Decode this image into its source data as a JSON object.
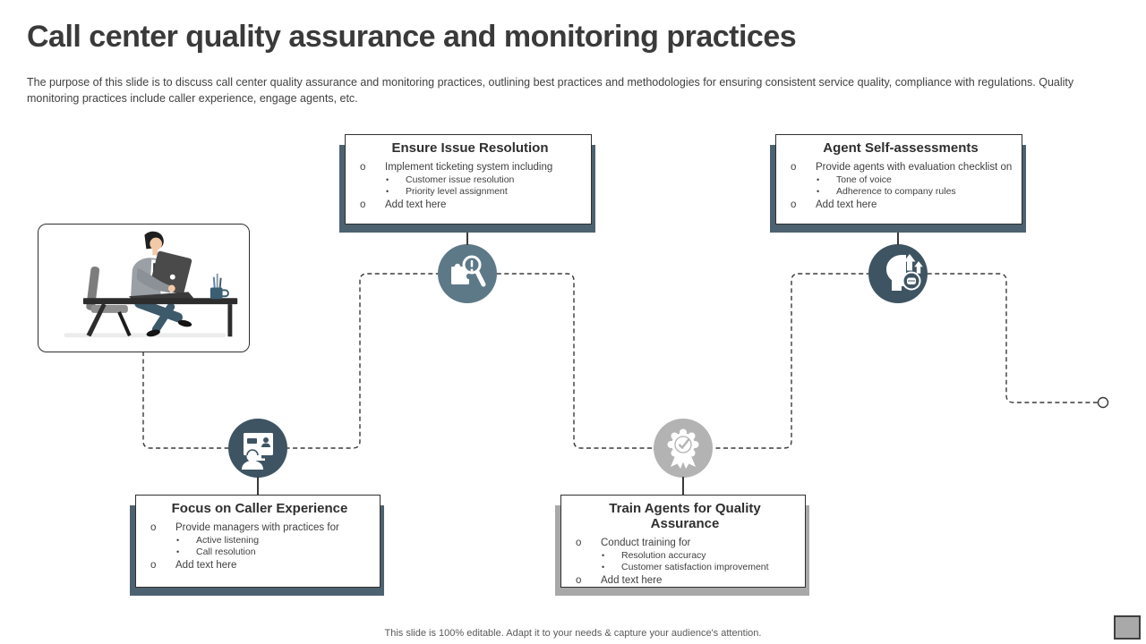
{
  "slide": {
    "title": "Call center quality assurance and monitoring practices",
    "description": "The purpose of this slide is to discuss call center quality assurance and monitoring practices, outlining best practices and methodologies for ensuring consistent service quality, compliance with regulations. Quality monitoring practices include caller experience, engage agents, etc.",
    "footer": "This slide is 100% editable. Adapt it to your needs & capture your audience's attention."
  },
  "markers": {
    "level1": "o",
    "level2": "•"
  },
  "boxes": [
    {
      "title": "Ensure Issue Resolution",
      "point1": "Implement ticketing system including",
      "sub1": "Customer issue resolution",
      "sub2": "Priority level assignment",
      "point2": "Add text here",
      "icon": "issue-resolution-magnifier-puzzle-icon"
    },
    {
      "title": "Agent Self-assessments",
      "point1": "Provide agents with evaluation checklist on",
      "sub1": "Tone of voice",
      "sub2": "Adherence to company rules",
      "point2": "Add text here",
      "icon": "self-assessment-head-arrows-icon"
    },
    {
      "title": "Focus on Caller Experience",
      "point1": "Provide managers with practices for",
      "sub1": "Active listening",
      "sub2": "Call resolution",
      "point2": "Add text here",
      "icon": "caller-experience-agent-monitor-icon"
    },
    {
      "title": "Train Agents for Quality Assurance",
      "point1": "Conduct training for",
      "sub1": "Resolution accuracy",
      "sub2": "Customer satisfaction improvement",
      "point2": "Add text here",
      "icon": "quality-award-ribbon-icon"
    }
  ],
  "illustration": "man-working-on-laptop-at-desk",
  "colors": {
    "title_text": "#3a3a3a",
    "body_text": "#404040",
    "footer_text": "#595959",
    "icon_slate_light": "#5d7987",
    "icon_slate_dark": "#3e5463",
    "icon_gray": "#b3b3b3",
    "shadow_slate": "#4d6270",
    "shadow_gray": "#a8a8a8",
    "line_dark": "#3a3a3a"
  }
}
